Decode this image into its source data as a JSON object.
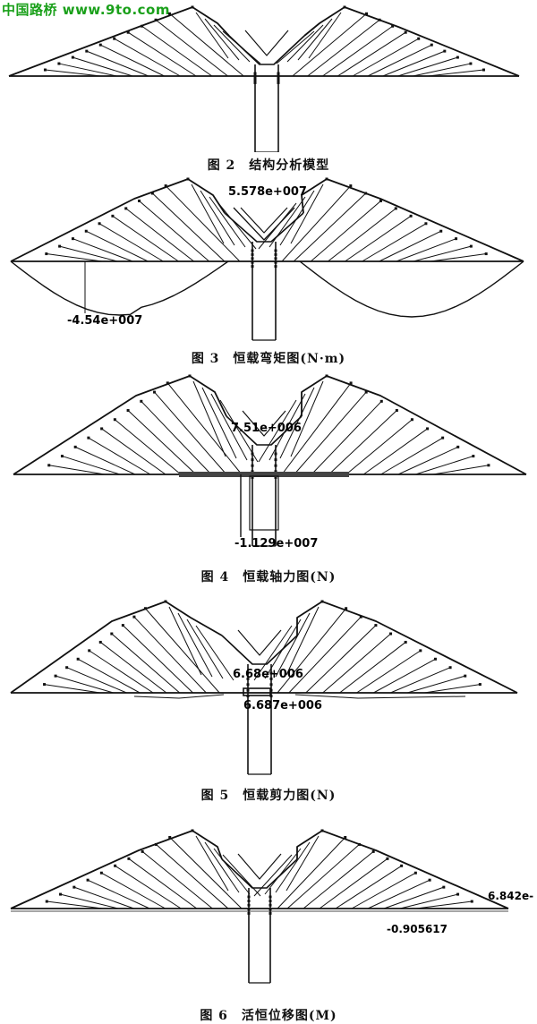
{
  "watermark": "中国路桥 www.9to.com",
  "figures": [
    {
      "id": "fig2",
      "caption": "图 2　结构分析模型",
      "labels": []
    },
    {
      "id": "fig3",
      "caption": "图 3　恒载弯矩图(N·m)",
      "labels": [
        "5.578e+007",
        "-4.54e+007"
      ]
    },
    {
      "id": "fig4",
      "caption": "图 4　恒载轴力图(N)",
      "labels": [
        "7.51e+006",
        "-1.129e+007"
      ]
    },
    {
      "id": "fig5",
      "caption": "图 5　恒载剪力图(N)",
      "labels": [
        "6.68e+006",
        "6.687e+006"
      ]
    },
    {
      "id": "fig6",
      "caption": "图 6　活恒位移图(M)",
      "labels": [
        "6.842e-",
        "-0.905617"
      ]
    }
  ],
  "colors": {
    "line": "#111111",
    "watermark": "#1aa01a",
    "background": "#ffffff"
  }
}
